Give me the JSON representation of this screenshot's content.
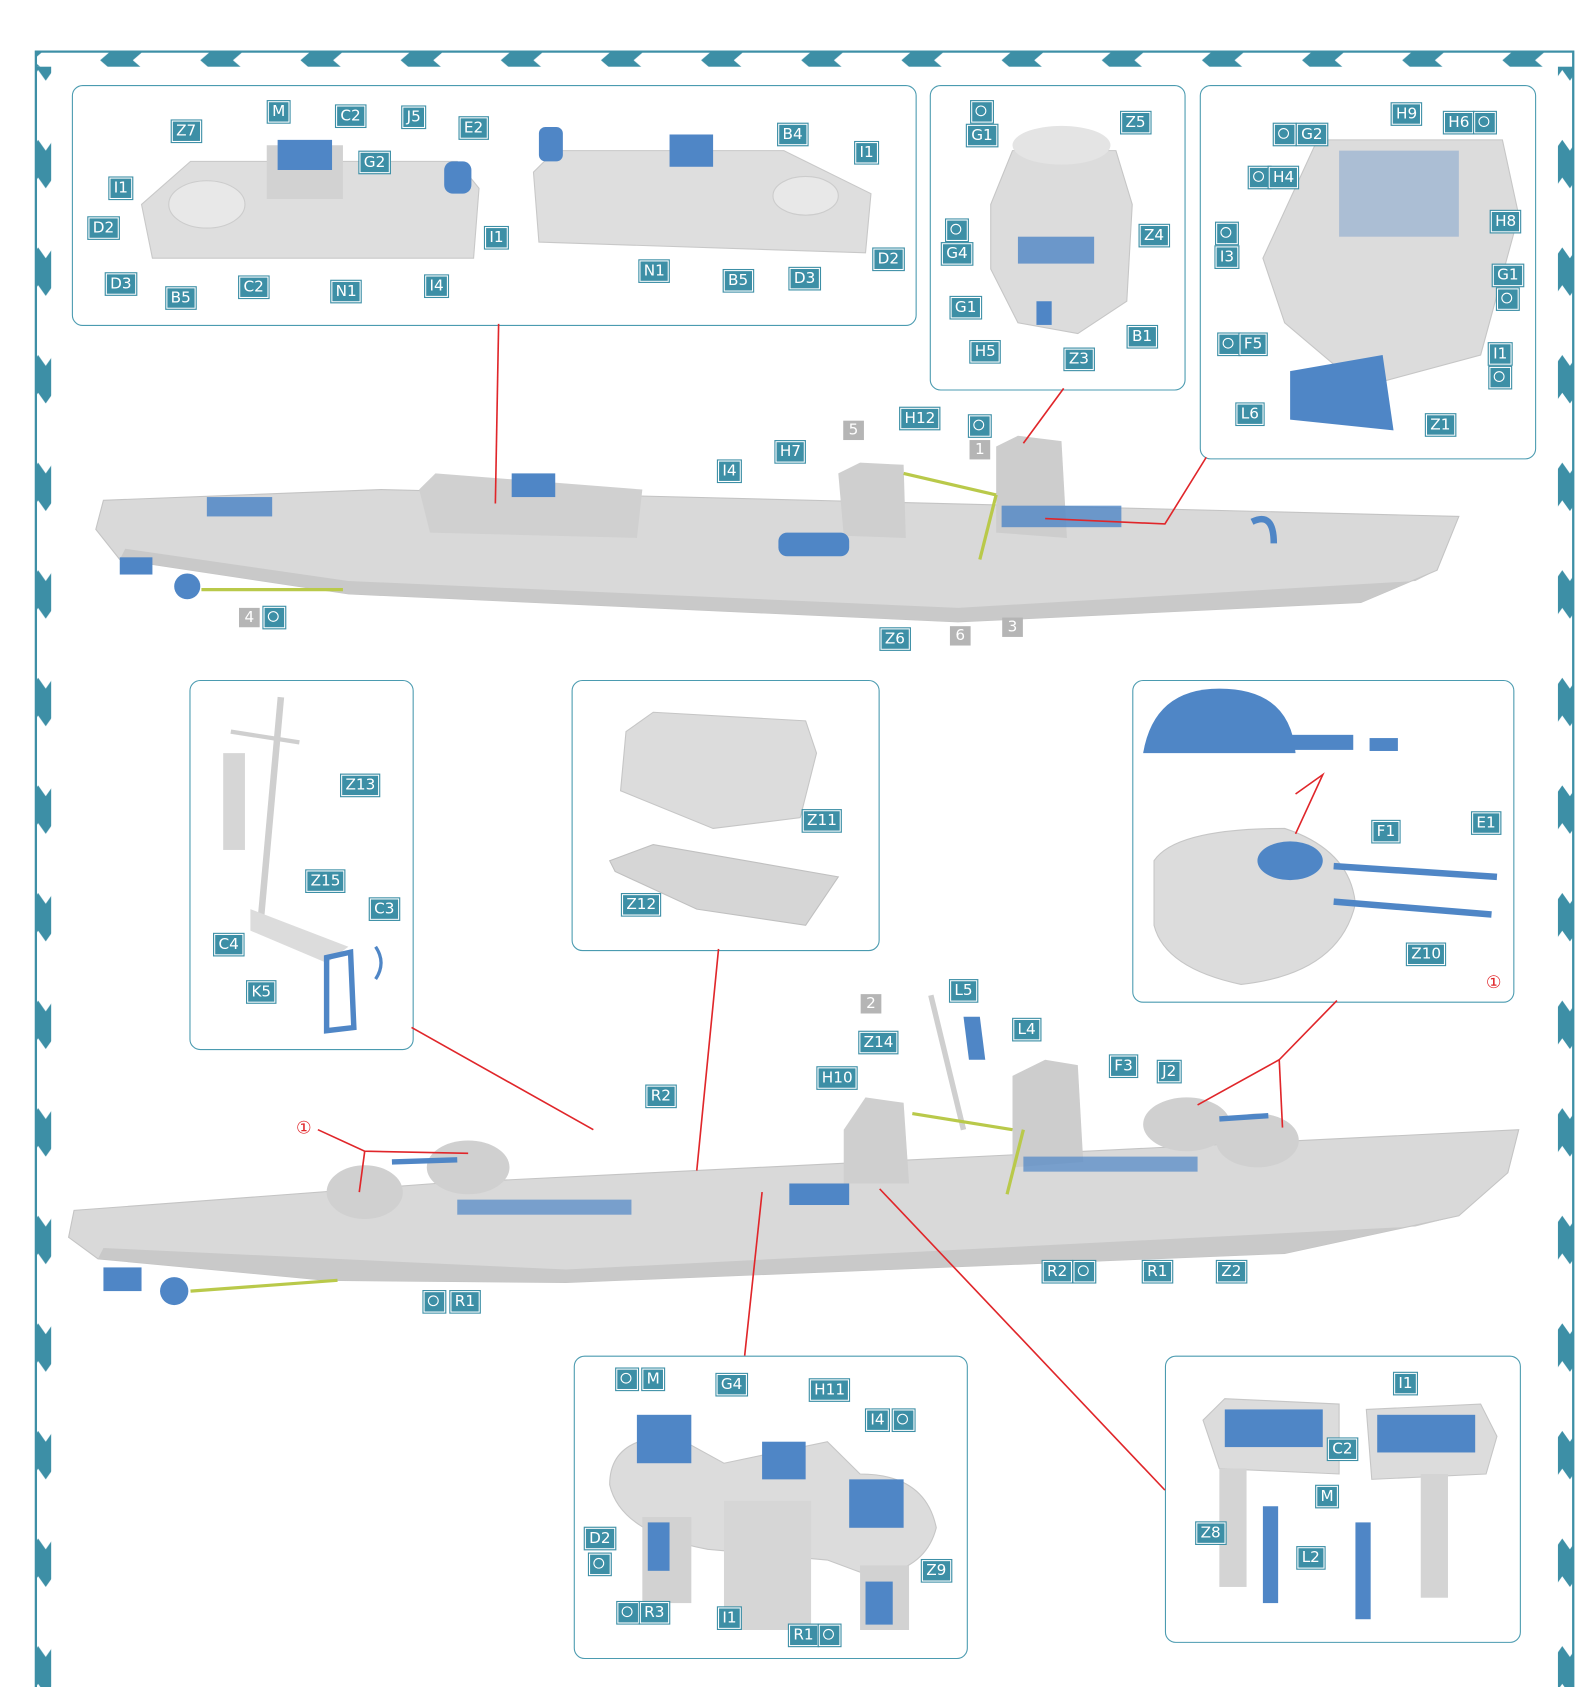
{
  "detail_a": {
    "labels": [
      "Z7",
      "M",
      "C2",
      "J5",
      "E2",
      "G2",
      "I1",
      "D2",
      "D3",
      "B5",
      "C2",
      "N1",
      "I4",
      "I1",
      "B4",
      "I1",
      "N1",
      "B5",
      "D3",
      "D2"
    ]
  },
  "detail_b": {
    "labels": [
      "G1",
      "Z5",
      "G4",
      "Z4",
      "G1",
      "B1",
      "H5",
      "Z3"
    ]
  },
  "detail_c": {
    "labels": [
      "G2",
      "H9",
      "H6",
      "H4",
      "H8",
      "I3",
      "G1",
      "F5",
      "I1",
      "L6",
      "Z1"
    ]
  },
  "ship_1": {
    "labels": [
      "H12",
      "H7",
      "I4",
      "Z6"
    ],
    "steps": [
      "5",
      "1",
      "4",
      "6",
      "3"
    ]
  },
  "detail_d": {
    "labels": [
      "Z13",
      "Z15",
      "C3",
      "C4",
      "K5"
    ]
  },
  "detail_e": {
    "labels": [
      "Z11",
      "Z12"
    ]
  },
  "detail_f": {
    "labels": [
      "F1",
      "E1",
      "Z10"
    ],
    "marker": "①"
  },
  "ship_2": {
    "labels": [
      "L5",
      "L4",
      "Z14",
      "H10",
      "F3",
      "J2",
      "R2",
      "R2",
      "R1",
      "Z2",
      "R1"
    ],
    "steps": [
      "2"
    ],
    "marker": "①"
  },
  "detail_g": {
    "labels": [
      "M",
      "G4",
      "H11",
      "I4",
      "D2",
      "R3",
      "I1",
      "R1",
      "Z9"
    ]
  },
  "detail_h": {
    "labels": [
      "I1",
      "C2",
      "M",
      "Z8",
      "L2"
    ]
  },
  "colors": {
    "accent": "#3d8fa6",
    "part_blue": "#4f86c6",
    "hull_gray": "#d9d9d9",
    "arrow_red": "#e0262a",
    "step_gray": "#b5b5b5"
  }
}
